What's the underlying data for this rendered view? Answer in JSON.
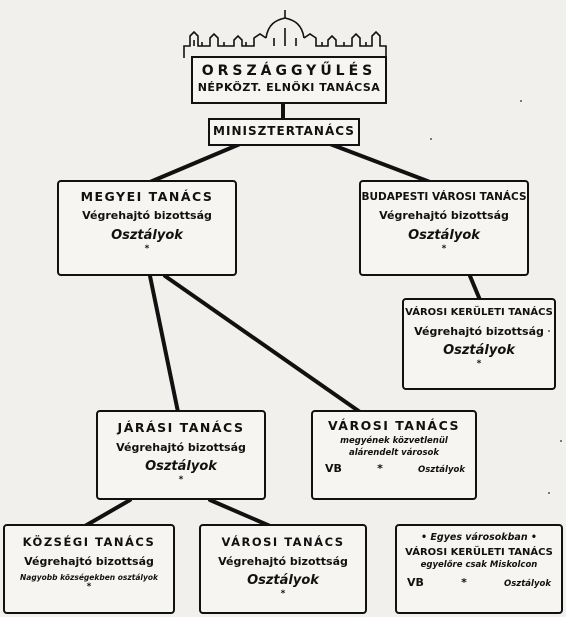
{
  "header": {
    "title": "ORSZÁGGYŰLÉS",
    "subtitle": "NÉPKÖZT. ELNÖKI TANÁCSA"
  },
  "ministers": {
    "title": "MINISZTERTANÁCS"
  },
  "megyei": {
    "title": "MEGYEI TANÁCS",
    "line2": "Végrehajtó bizottság",
    "line3": "Osztályok",
    "star": "*"
  },
  "budapest": {
    "title": "BUDAPESTI VÁROSI TANÁCS",
    "line2": "Végrehajtó bizottság",
    "line3": "Osztályok",
    "star": "*"
  },
  "kerulet": {
    "title": "VÁROSI KERÜLETI TANÁCS",
    "line2": "Végrehajtó bizottság",
    "line3": "Osztályok",
    "star": "*"
  },
  "jarasi": {
    "title": "JÁRÁSI TANÁCS",
    "line2": "Végrehajtó bizottság",
    "line3": "Osztályok",
    "star": "*"
  },
  "varosi_mid": {
    "title": "VÁROSI TANÁCS",
    "line2": "megyének közvetlenül",
    "line3": "alárendelt városok",
    "vb": "VB",
    "star": "*",
    "osztalyok": "Osztályok"
  },
  "kozsegi": {
    "title": "KÖZSÉGI TANÁCS",
    "line2": "Végrehajtó bizottság",
    "line3": "Nagyobb községekben osztályok",
    "star": "*"
  },
  "varosi_bottom": {
    "title": "VÁROSI TANÁCS",
    "line2": "Végrehajtó bizottság",
    "line3": "Osztályok",
    "star": "*"
  },
  "egyes": {
    "line1": "• Egyes városokban •",
    "title": "VÁROSI KERÜLETI TANÁCS",
    "line3": "egyelőre csak Miskolcon",
    "vb": "VB",
    "star": "*",
    "osztalyok": "Osztályok"
  }
}
